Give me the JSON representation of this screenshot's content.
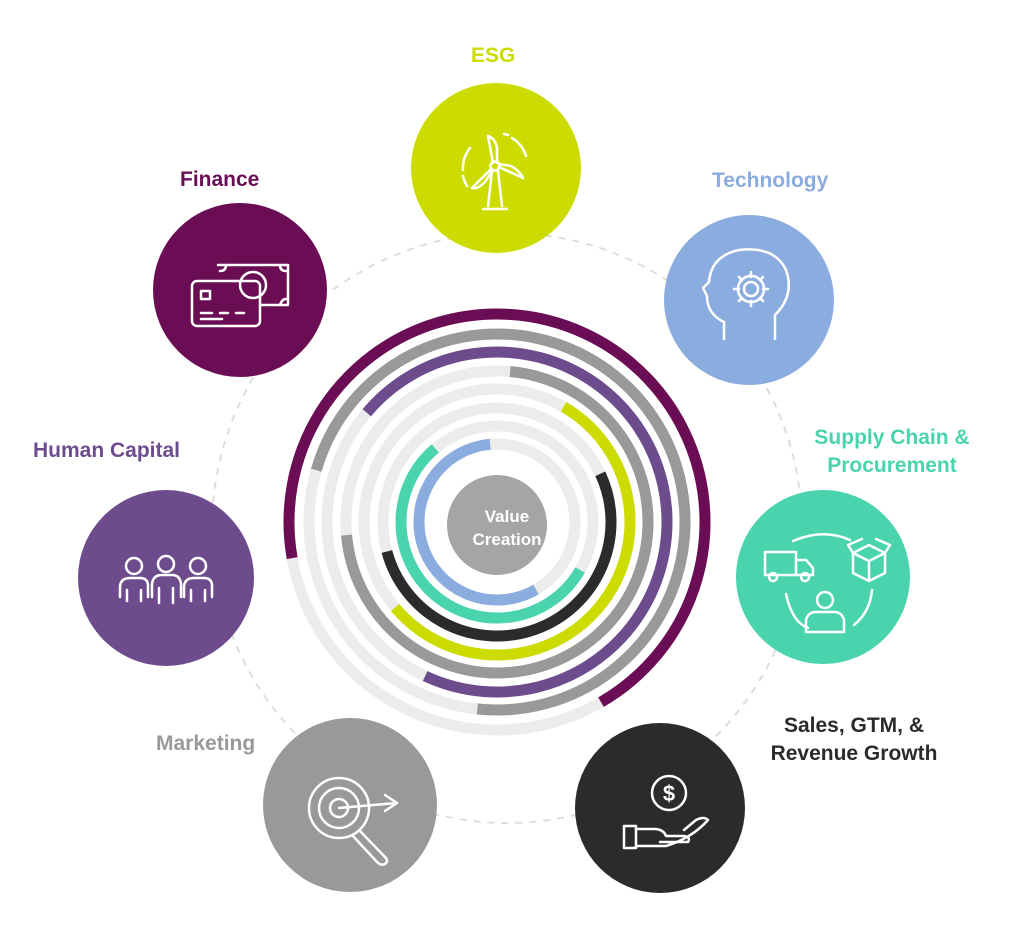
{
  "center": {
    "line1": "Value",
    "line2": "Creation",
    "color": "#a6a5a3"
  },
  "track_color": "#ececec",
  "orbit_color": "#dddddd",
  "nodes": [
    {
      "id": "esg",
      "label": "ESG",
      "color": "#cddc00",
      "icon": "wind-turbine-icon"
    },
    {
      "id": "technology",
      "label": "Technology",
      "color": "#8aacdf",
      "icon": "head-gear-icon"
    },
    {
      "id": "supply-chain",
      "label1": "Supply Chain &",
      "label2": "Procurement",
      "color": "#49d4ae",
      "icon": "supply-cycle-icon"
    },
    {
      "id": "sales",
      "label1": "Sales, GTM, &",
      "label2": "Revenue Growth",
      "color": "#2b2b29",
      "icon": "hand-dollar-icon"
    },
    {
      "id": "marketing",
      "label": "Marketing",
      "color": "#9a9997",
      "icon": "target-search-icon"
    },
    {
      "id": "human-capital",
      "label": "Human Capital",
      "color": "#6d4c8e",
      "icon": "team-icon"
    },
    {
      "id": "finance",
      "label": "Finance",
      "color": "#6b0d55",
      "icon": "cards-cash-icon"
    }
  ],
  "rings": [
    {
      "node": "finance",
      "color": "#6b0d55"
    },
    {
      "node": "marketing",
      "color": "#9a9997"
    },
    {
      "node": "human-capital",
      "color": "#6d4c8e"
    },
    {
      "node": "marketing",
      "color": "#9a9997"
    },
    {
      "node": "esg",
      "color": "#cddc00"
    },
    {
      "node": "sales",
      "color": "#2b2b29"
    },
    {
      "node": "supply-chain",
      "color": "#49d4ae"
    },
    {
      "node": "technology",
      "color": "#8aacdf"
    }
  ]
}
